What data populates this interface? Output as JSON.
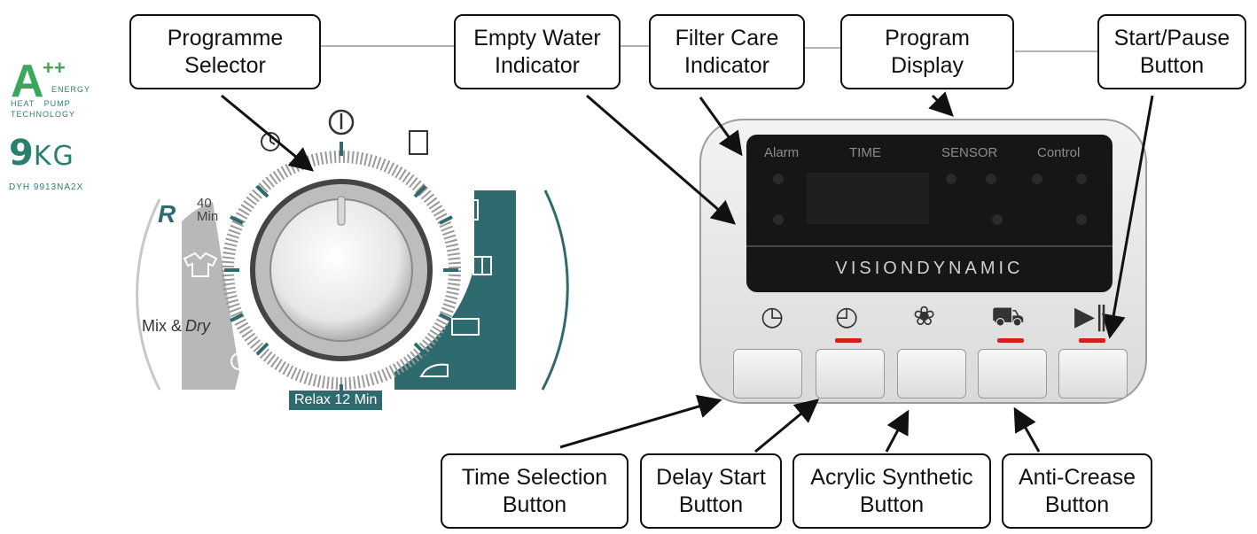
{
  "branding": {
    "energy_class": "A",
    "energy_plus": "++",
    "energy_word": "ENERGY",
    "heat_pump": "HEAT   PUMP",
    "technology": "TECHNOLOGY",
    "capacity_number": "9",
    "capacity_unit": "KG",
    "model": "DYH 9913NA2X"
  },
  "dial": {
    "labels": {
      "rapid": "R",
      "forty_min": "40\nMin",
      "mix_dry": "Mix &",
      "dry": "Dry",
      "relax": "Relax 12 Min"
    },
    "colors": {
      "teal": "#2f6b6e",
      "grey": "#b8b8b8"
    }
  },
  "display": {
    "labels": [
      "Alarm",
      "TIME",
      "SENSOR",
      "Control"
    ],
    "brand": "VISIONDYNAMIC",
    "screen_color": "#161616"
  },
  "callouts": {
    "programme_selector": "Programme\nSelector",
    "empty_water": "Empty Water\nIndicator",
    "filter_care": "Filter Care\nIndicator",
    "program_display": "Program\nDisplay",
    "start_pause": "Start/Pause\nButton",
    "time_selection": "Time Selection\nButton",
    "delay_start": "Delay Start\nButton",
    "acrylic_synthetic": "Acrylic Synthetic\nButton",
    "anti_crease": "Anti-Crease\nButton"
  },
  "icons": [
    "clock-icon",
    "delay-clock-icon",
    "leaf-icon",
    "anti-crease-shirt-icon",
    "play-pause-icon"
  ]
}
